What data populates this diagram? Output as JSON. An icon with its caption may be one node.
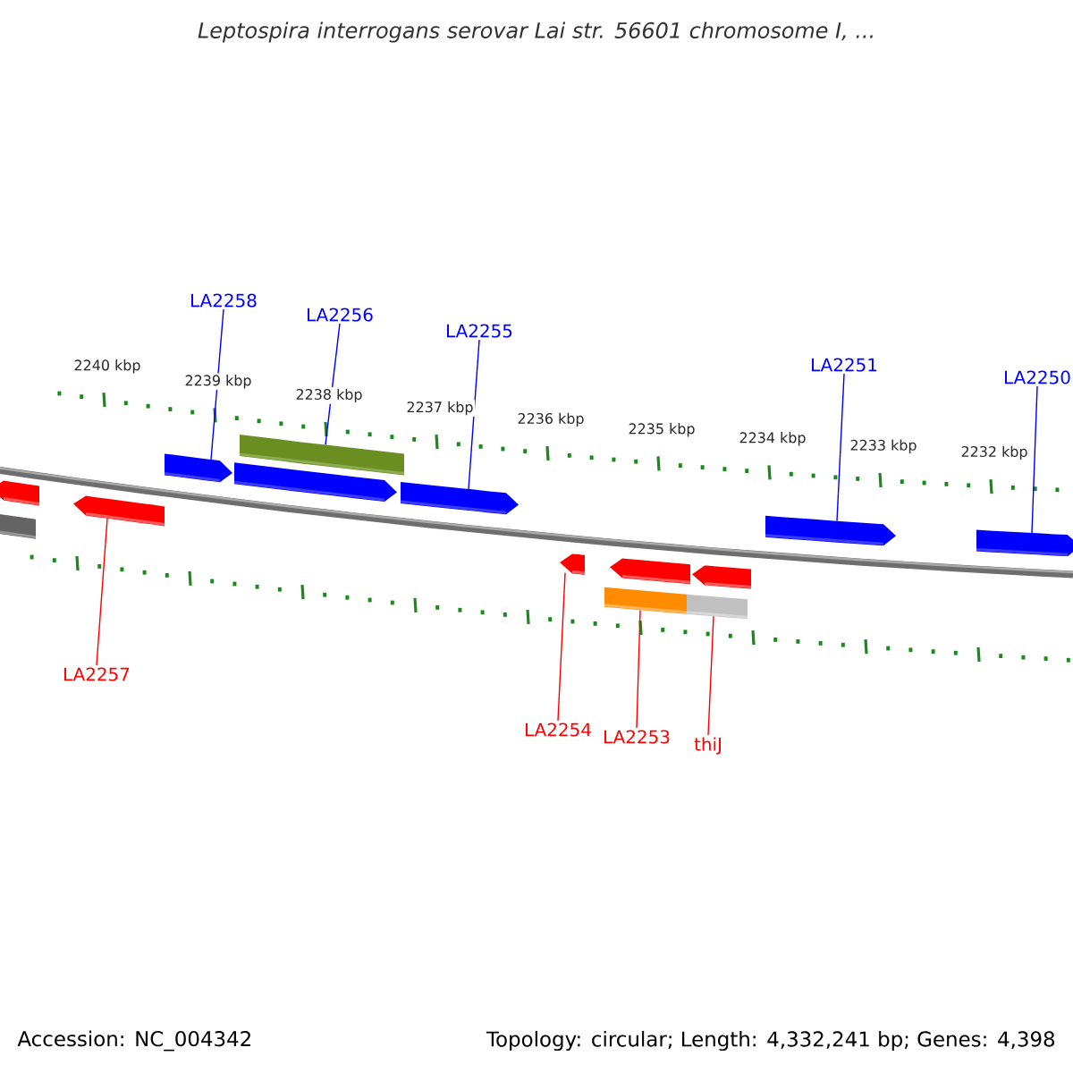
{
  "diagram": {
    "title": "Leptospira interrogans serovar Lai str. 56601 chromosome I, ...",
    "nodes": [
      {
        "text": [
          "LA2258"
        ]
      },
      {
        "text": [
          "LA2256"
        ]
      },
      {
        "text": [
          "LA2255"
        ]
      },
      {
        "text": [
          "LA2251"
        ]
      },
      {
        "text": [
          "LA2250"
        ]
      },
      {
        "text": [
          "LA2257"
        ]
      },
      {
        "text": [
          "LA2254"
        ]
      },
      {
        "text": [
          "LA2253"
        ]
      },
      {
        "text": [
          "thiJ"
        ]
      },
      {
        "text": [],
        "shape": "box"
      },
      {
        "text": [],
        "shape": "bar"
      },
      {
        "text": [],
        "shape": "box"
      },
      {
        "text": [],
        "shape": "box"
      },
      {
        "text": [],
        "shape": "box"
      },
      {
        "text": [],
        "shape": "bar"
      },
      {
        "text": [],
        "shape": "box"
      },
      {
        "text": [],
        "shape": "box"
      },
      {
        "text": [],
        "shape": "bar"
      },
      {
        "text": [],
        "shape": "box"
      },
      {
        "text": [],
        "shape": "bar"
      },
      {
        "text": [],
        "shape": "box"
      },
      {
        "text": [],
        "shape": "box"
      },
      {
        "text": [],
        "shape": "box"
      }
    ],
    "edges": [
      {
        "from": 0,
        "to": 12,
        "arrow": "none"
      },
      {
        "from": 1,
        "to": 14,
        "arrow": "none"
      },
      {
        "from": 2,
        "to": 15,
        "arrow": "none"
      },
      {
        "from": 3,
        "to": 21,
        "arrow": "none"
      },
      {
        "from": 4,
        "to": 22,
        "arrow": "none"
      },
      {
        "from": 5,
        "to": 11,
        "arrow": "none",
        "color": "#ff0000"
      },
      {
        "from": 6,
        "to": 16,
        "arrow": "none",
        "color": "#ff0000"
      },
      {
        "from": 7,
        "to": 17,
        "arrow": "none",
        "color": "#ff0000"
      },
      {
        "from": 8,
        "to": 19,
        "arrow": "none",
        "color": "#ff0000"
      }
    ],
    "labels": [
      "2240 kbp",
      "2239 kbp",
      "2238 kbp",
      "2237 kbp",
      "2236 kbp",
      "2235 kbp",
      "2234 kbp",
      "2233 kbp",
      "2232 kbp",
      "Accession: NC_004342",
      "Topology: circular; Length: 4,332,241 bp; Genes: 4,398"
    ]
  }
}
